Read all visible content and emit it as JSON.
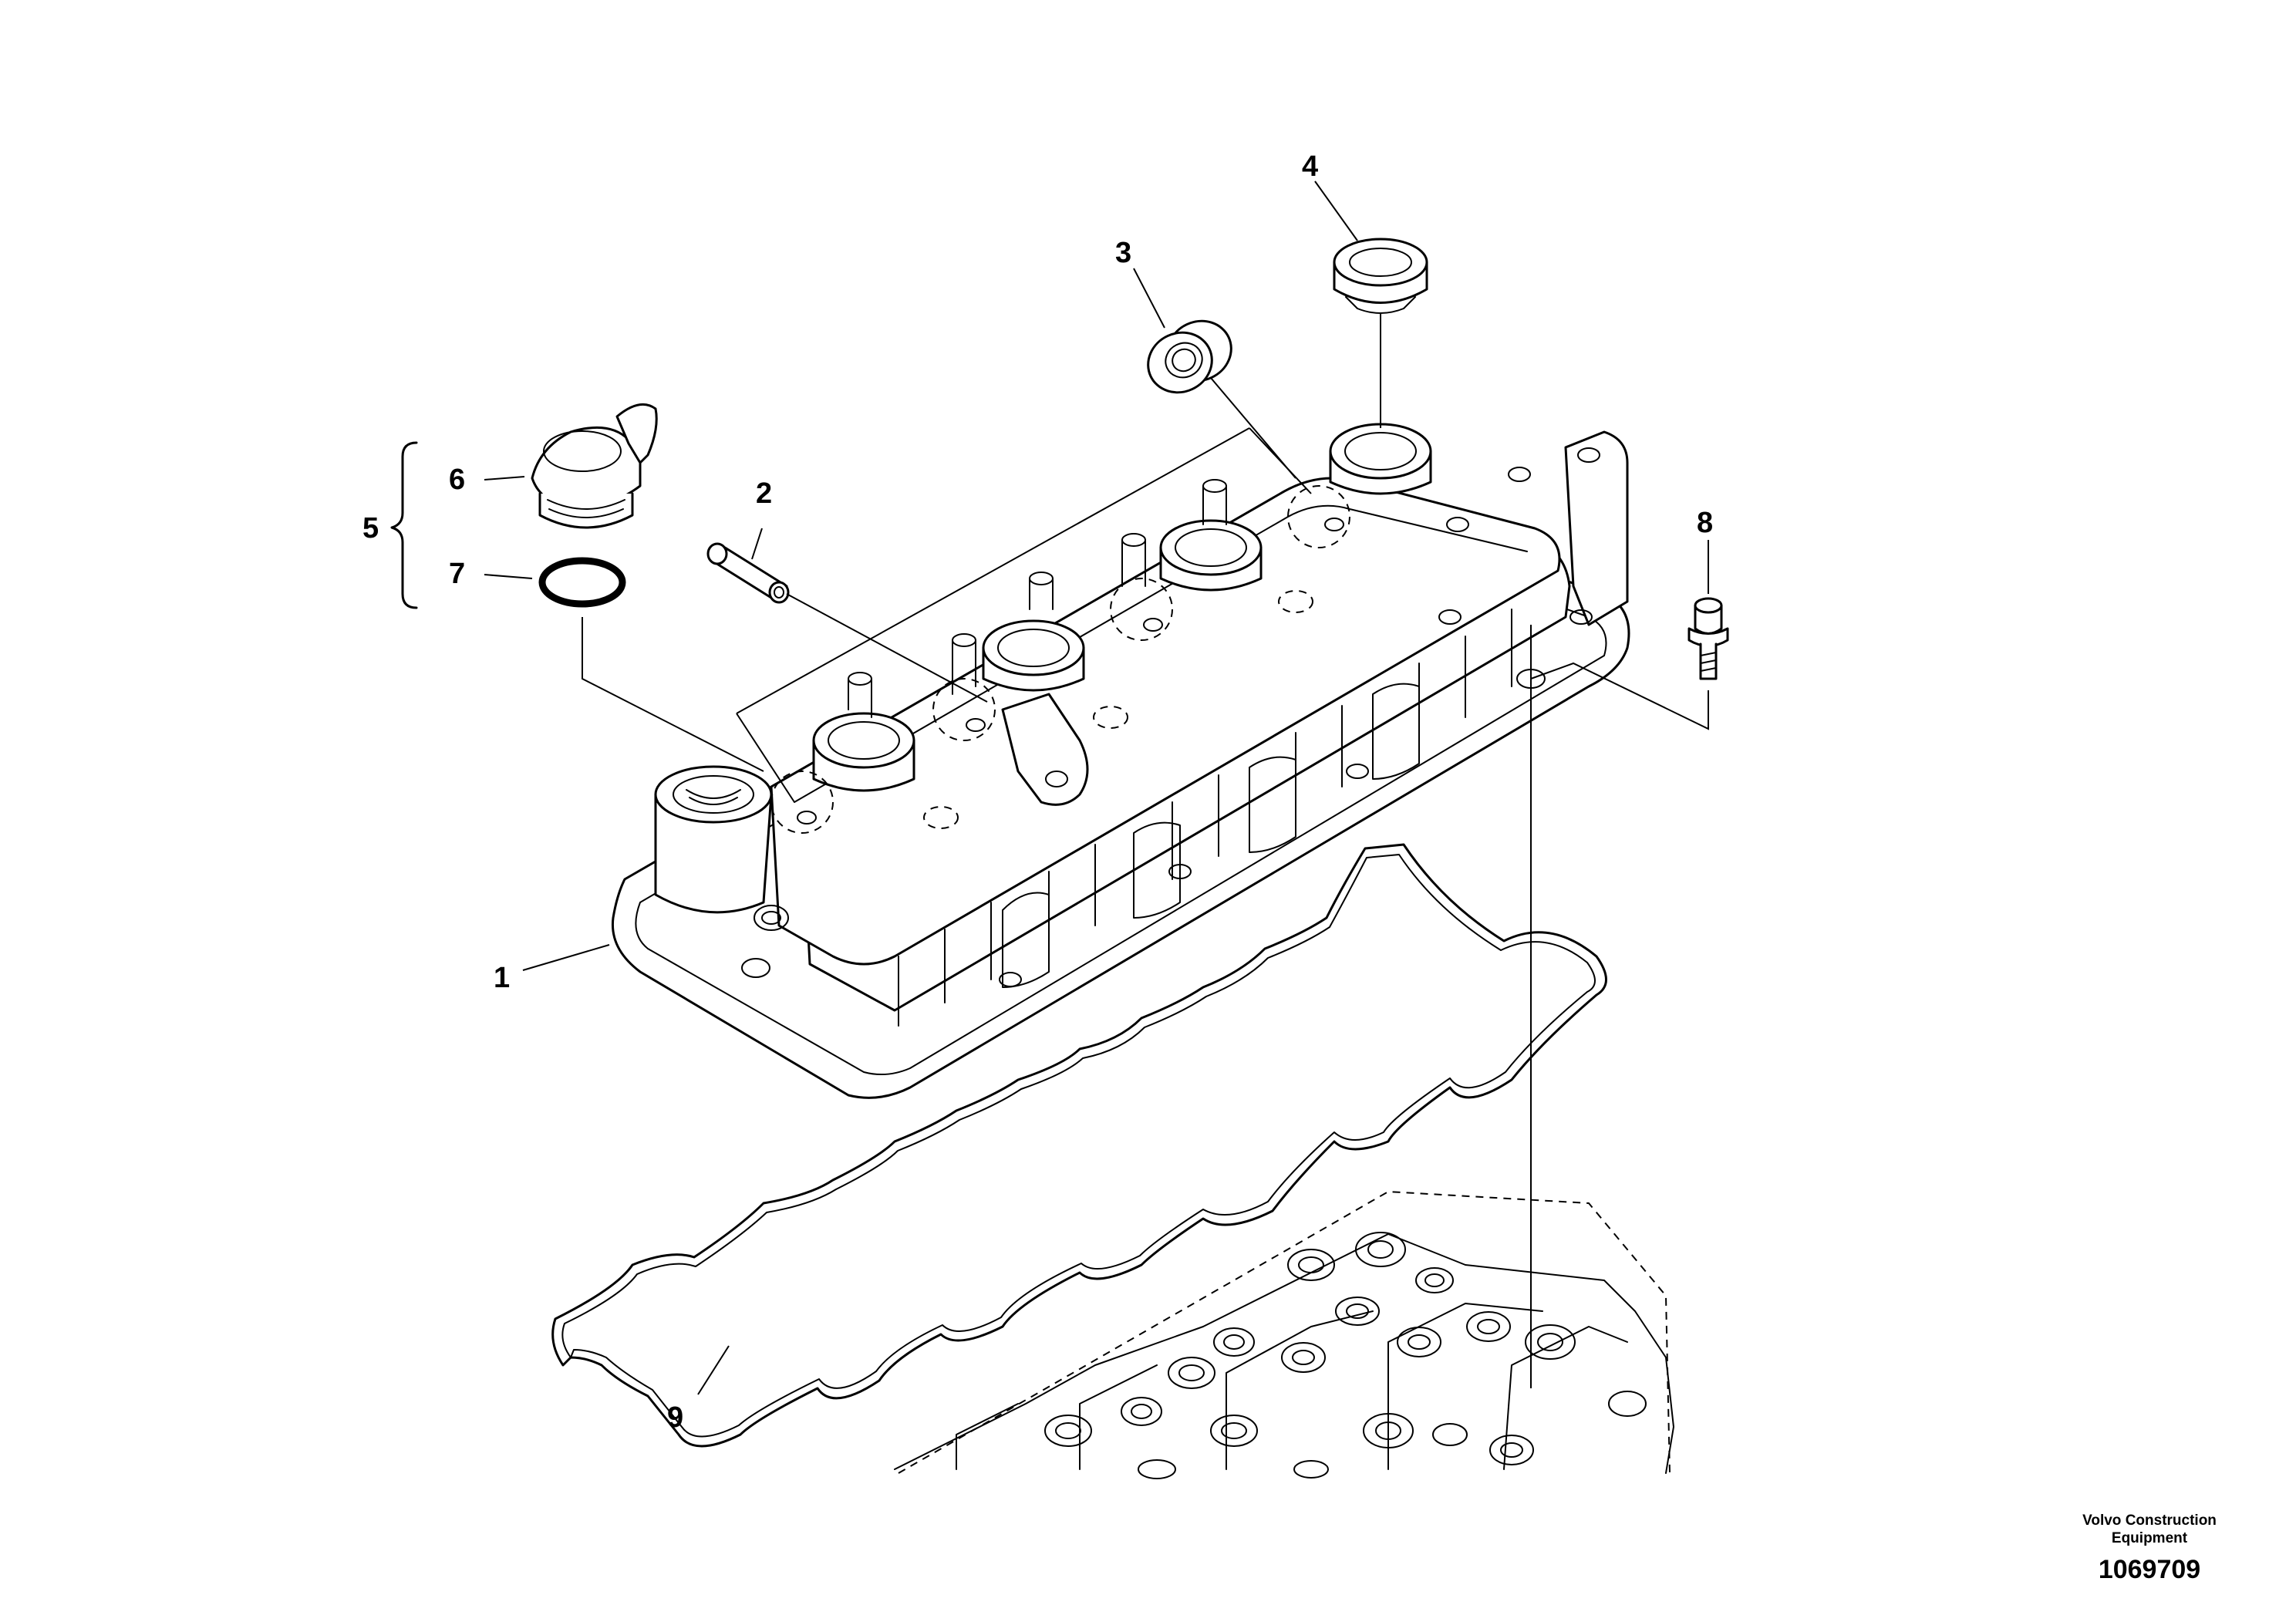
{
  "callouts": {
    "c1": "1",
    "c2": "2",
    "c3": "3",
    "c4": "4",
    "c5": "5",
    "c6": "6",
    "c7": "7",
    "c8": "8",
    "c9": "9"
  },
  "footer": {
    "brand_line1": "Volvo Construction",
    "brand_line2": "Equipment",
    "drawing_number": "1069709"
  }
}
